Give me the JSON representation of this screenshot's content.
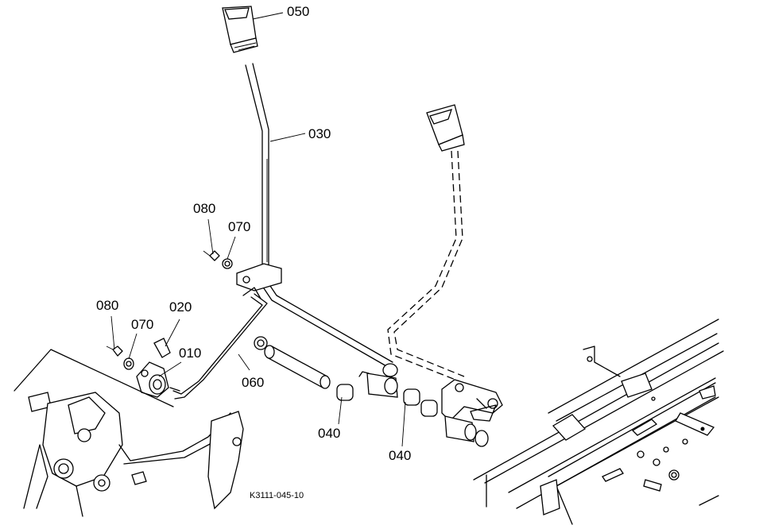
{
  "labels": {
    "p050": "050",
    "p030": "030",
    "p080_upper": "080",
    "p070_upper": "070",
    "p080_lower": "080",
    "p070_lower": "070",
    "p020": "020",
    "p010": "010",
    "p060": "060",
    "p040_left": "040",
    "p040_right": "040"
  },
  "drawing_code": "K3111-045-10"
}
